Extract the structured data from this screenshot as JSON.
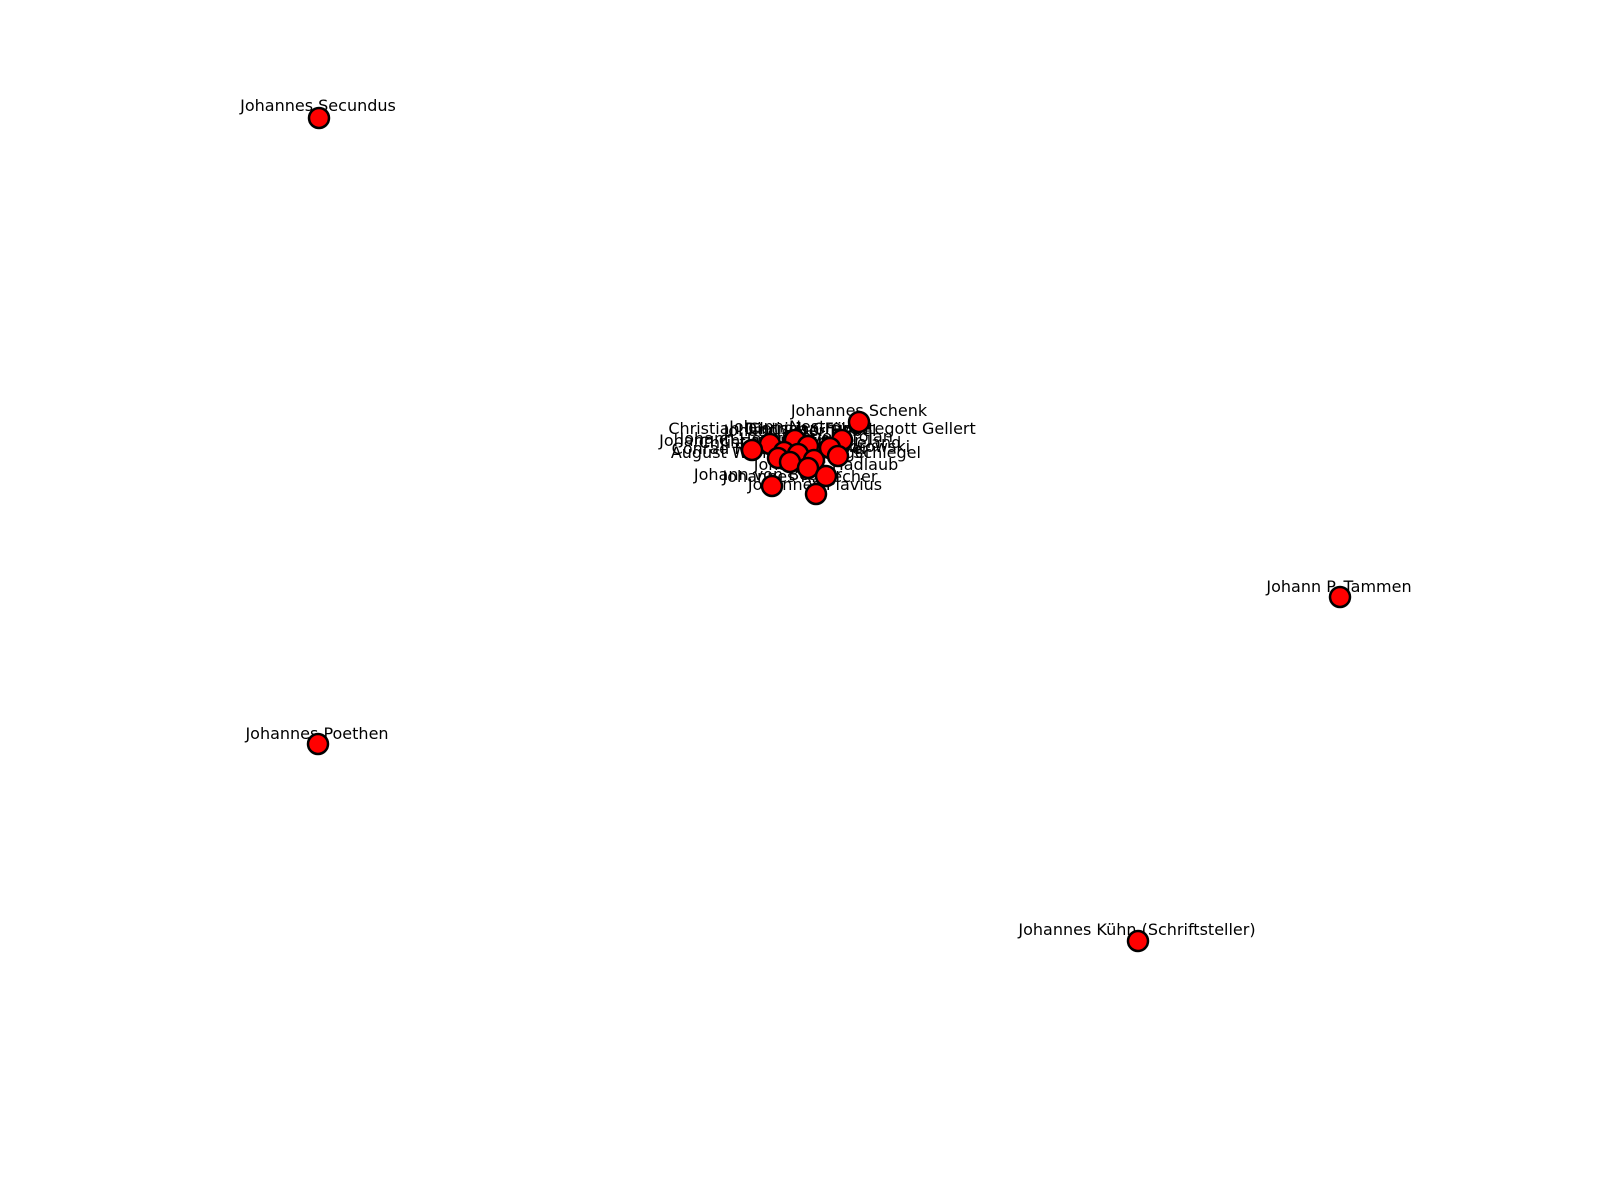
{
  "graph": {
    "node_color": "#ff0000",
    "node_outline_color": "#000000",
    "label_color": "#000000",
    "nodes": [
      {
        "label": "Johannes Secundus"
      },
      {
        "label": "Johannes Schenk"
      },
      {
        "label": "Christian Fürchtegott Gellert"
      },
      {
        "label": "Johann Nestroy"
      },
      {
        "label": "Christian Dietrich Grabbe"
      },
      {
        "label": "Johann Peter Hebel"
      },
      {
        "label": "Johannes Trojan"
      },
      {
        "label": "Johann Heinrich Voß"
      },
      {
        "label": "Johann Christian Günther"
      },
      {
        "label": "Christoph Martin Wieland"
      },
      {
        "label": "Johannes Bobrowski"
      },
      {
        "label": "Conrad Ferdinand Meyer"
      },
      {
        "label": "Friedrich Schlegel"
      },
      {
        "label": "August Wilhelm Schlegel"
      },
      {
        "label": "Johannes Hadlaub"
      },
      {
        "label": "Johann von Besser"
      },
      {
        "label": "Johannes R. Becher"
      },
      {
        "label": "Johannes Plavius"
      },
      {
        "label": "Johann P. Tammen"
      },
      {
        "label": "Johannes Poethen"
      },
      {
        "label": "Johannes Kühn (Schriftsteller)"
      }
    ]
  }
}
